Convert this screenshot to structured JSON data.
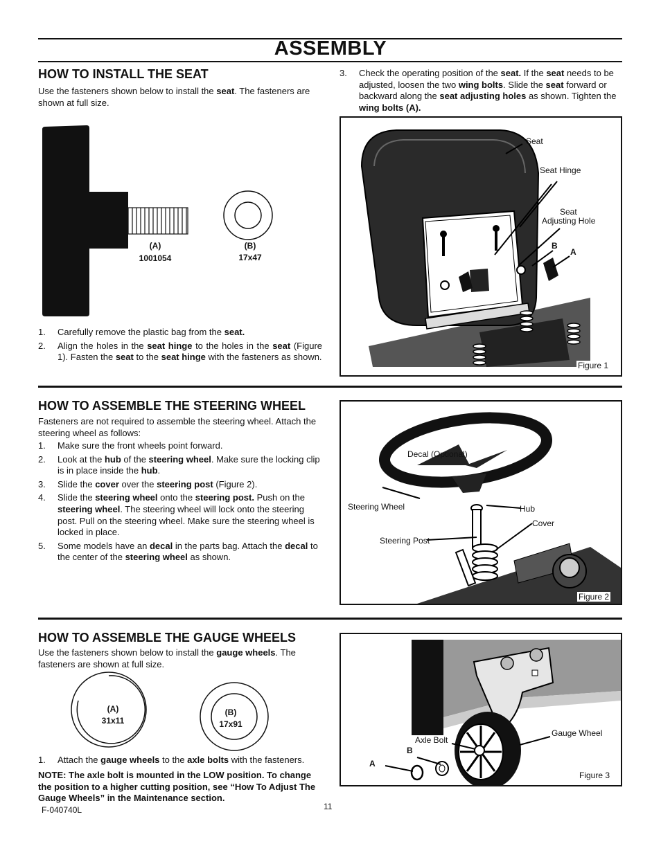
{
  "page_title": "ASSEMBLY",
  "seat": {
    "heading": "HOW TO INSTALL THE SEAT",
    "intro": [
      "Use the fasteners shown below to install the ",
      "seat",
      ". The fasteners are shown at full size."
    ],
    "fastener_a_letter": "(A)",
    "fastener_a_code": "1001054",
    "fastener_b_letter": "(B)",
    "fastener_b_code": "17x47",
    "steps": [
      {
        "num": "1.",
        "parts": [
          "Carefully remove the plastic bag from the ",
          "seat."
        ]
      },
      {
        "num": "2.",
        "parts": [
          "Align the holes in the ",
          "seat hinge",
          " to the holes in the ",
          "seat",
          " (Figure 1). Fasten the ",
          "seat",
          " to the ",
          "seat hinge",
          " with the fasteners as shown."
        ]
      },
      {
        "num": "3.",
        "parts": [
          "Check the operating position of the ",
          "seat.",
          " If the ",
          "seat",
          " needs to be adjusted, loosen the two ",
          "wing bolts",
          ". Slide the ",
          "seat",
          " forward or backward along the ",
          "seat adjusting holes",
          " as shown. Tighten the ",
          "wing bolts (A)."
        ]
      }
    ],
    "figure": {
      "label_seat": "Seat",
      "label_hinge": "Seat Hinge",
      "label_hole_1": "Seat",
      "label_hole_2": "Adjusting Hole",
      "label_b": "B",
      "label_a": "A",
      "caption": "Figure 1"
    }
  },
  "steering": {
    "heading": "HOW TO ASSEMBLE THE STEERING WHEEL",
    "intro": "Fasteners are not required to assemble the steering wheel. Attach the steering wheel as follows:",
    "steps": [
      {
        "num": "1.",
        "parts": [
          "Make sure the front wheels point forward."
        ]
      },
      {
        "num": "2.",
        "parts": [
          "Look at the ",
          "hub",
          " of the ",
          "steering wheel",
          ". Make sure the locking clip is in place inside the ",
          "hub",
          "."
        ]
      },
      {
        "num": "3.",
        "parts": [
          "Slide the ",
          "cover",
          " over the ",
          "steering post",
          " (Figure 2)."
        ]
      },
      {
        "num": "4.",
        "parts": [
          "Slide the ",
          "steering wheel",
          " onto the ",
          "steering post.",
          " Push on the ",
          "steering wheel",
          ". The steering wheel will lock onto the steering post. Pull on the steering wheel. Make sure the steering wheel is locked in place."
        ]
      },
      {
        "num": "5.",
        "parts": [
          "Some models have an ",
          "decal",
          " in the parts bag. Attach the ",
          "decal",
          " to the center of the ",
          "steering wheel",
          " as shown."
        ]
      }
    ],
    "figure": {
      "label_decal": "Decal  (Optional)",
      "label_wheel": "Steering Wheel",
      "label_hub": "Hub",
      "label_cover": "Cover",
      "label_post": "Steering Post",
      "caption": "Figure 2"
    }
  },
  "gauge": {
    "heading": "HOW TO ASSEMBLE THE GAUGE WHEELS",
    "intro": [
      "Use the fasteners shown below to install the ",
      "gauge wheels",
      ". The fasteners are shown at full size."
    ],
    "fastener_a_letter": "(A)",
    "fastener_a_code": "31x11",
    "fastener_b_letter": "(B)",
    "fastener_b_code": "17x91",
    "steps": [
      {
        "num": "1.",
        "parts": [
          "Attach the ",
          "gauge wheels",
          " to the ",
          "axle bolts",
          " with the fasteners."
        ]
      }
    ],
    "note": "NOTE: The axle bolt is mounted in the LOW position. To change the position to a higher cutting position, see “How To Adjust The Gauge Wheels” in the Maintenance section.",
    "figure": {
      "label_axle": "Axle Bolt",
      "label_b": "B",
      "label_a": "A",
      "label_wheel": "Gauge Wheel",
      "caption": "Figure 3"
    }
  },
  "footer": {
    "doc_code": "F-040740L",
    "page_number": "11"
  }
}
